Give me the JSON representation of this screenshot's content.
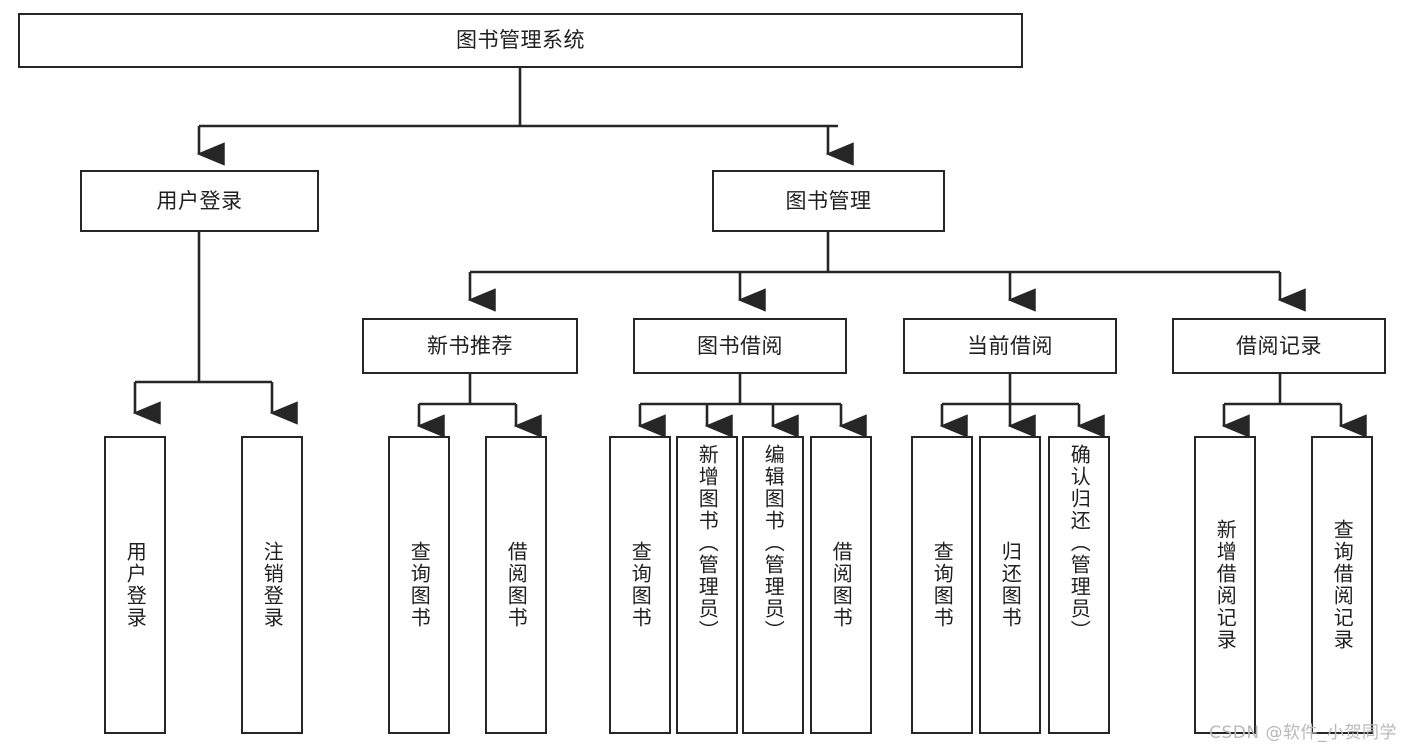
{
  "diagram": {
    "type": "tree-hierarchy",
    "title": "图书管理系统",
    "watermark": "CSDN @软件_小贺同学",
    "colors": {
      "box_border": "#262626",
      "box_fill": "#ffffff",
      "connector": "#262626",
      "text": "#1f1f1f",
      "watermark": "#b9b9b9"
    },
    "root": {
      "label": "图书管理系统"
    },
    "level1": [
      {
        "label": "用户登录"
      },
      {
        "label": "图书管理"
      }
    ],
    "level2": [
      {
        "label": "新书推荐"
      },
      {
        "label": "图书借阅"
      },
      {
        "label": "当前借阅"
      },
      {
        "label": "借阅记录"
      }
    ],
    "leaves": {
      "user_login": [
        {
          "label": "用户登录"
        },
        {
          "label": "注销登录"
        }
      ],
      "new_book_recommend": [
        {
          "label": "查询图书"
        },
        {
          "label": "借阅图书"
        }
      ],
      "book_borrow": [
        {
          "label": "查询图书"
        },
        {
          "label": "新增图书（管理员）"
        },
        {
          "label": "编辑图书（管理员）"
        },
        {
          "label": "借阅图书"
        }
      ],
      "current_borrow": [
        {
          "label": "查询图书"
        },
        {
          "label": "归还图书"
        },
        {
          "label": "确认归还（管理员）"
        }
      ],
      "borrow_record": [
        {
          "label": "新增借阅记录"
        },
        {
          "label": "查询借阅记录"
        }
      ]
    }
  }
}
